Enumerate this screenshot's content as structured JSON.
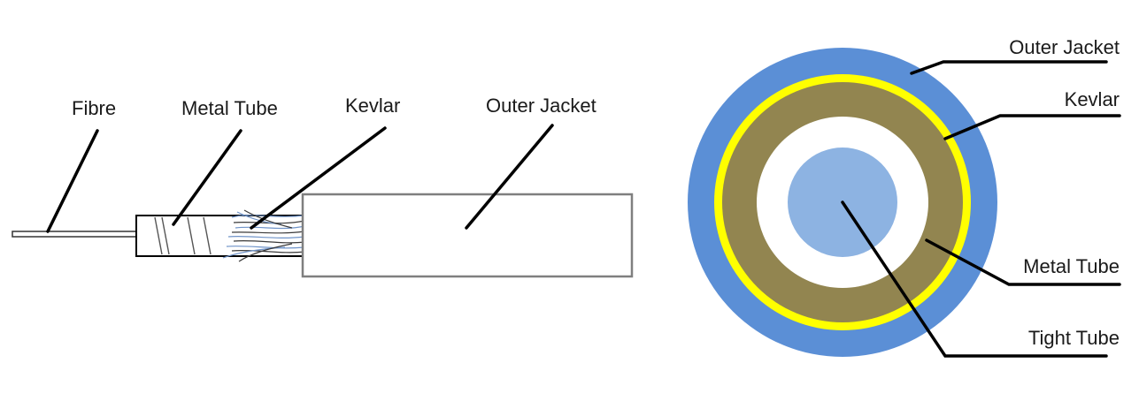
{
  "side_view": {
    "labels": {
      "fibre": "Fibre",
      "metal_tube": "Metal Tube",
      "kevlar": "Kevlar",
      "outer_jacket": "Outer Jacket"
    }
  },
  "cross_section": {
    "labels": {
      "outer_jacket": "Outer Jacket",
      "kevlar": "Kevlar",
      "metal_tube": "Metal Tube",
      "tight_tube": "Tight Tube"
    }
  },
  "colors": {
    "outer_jacket": "#5b8fd6",
    "kevlar": "#ffff00",
    "metal_tube": "#928550",
    "gap": "#ffffff",
    "tight_tube": "#8db3e2",
    "outline": "#7f7f7f",
    "leader": "#000000",
    "kevlar_strands_blue": "#6f93c8",
    "kevlar_strands_dark": "#3a3a3a"
  }
}
